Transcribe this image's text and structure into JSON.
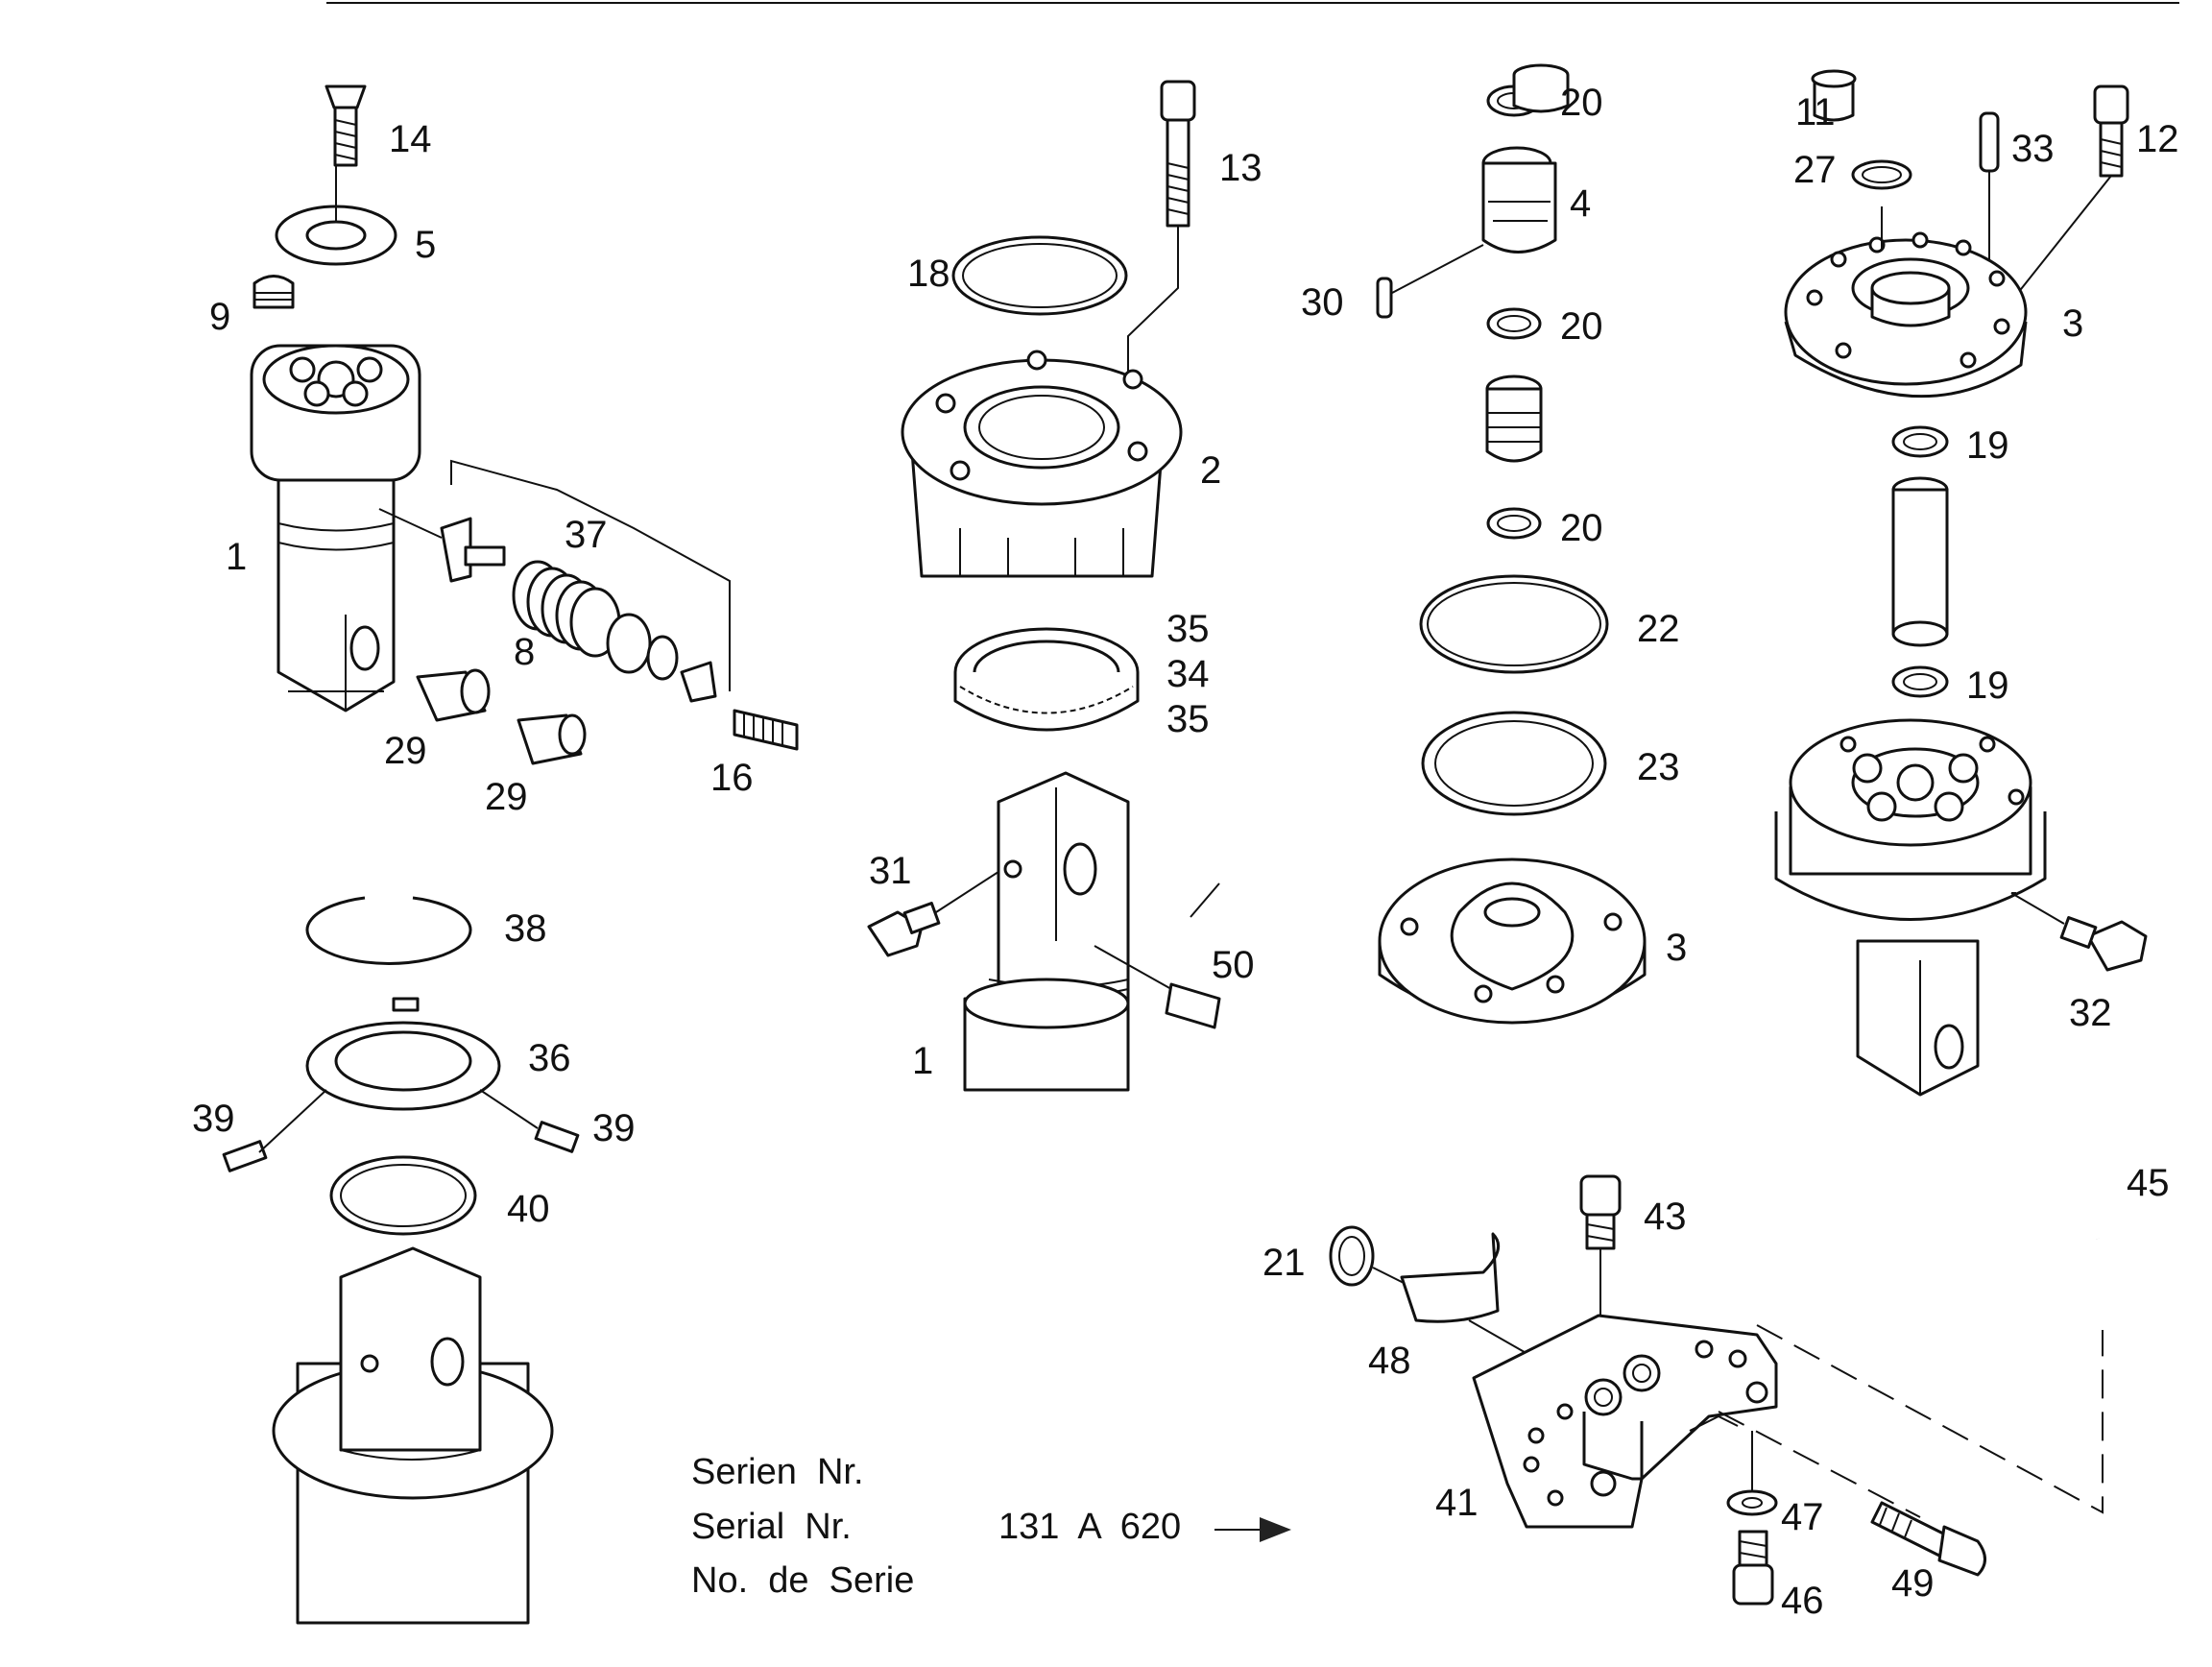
{
  "labels": {
    "l14": "14",
    "l5": "5",
    "l9": "9",
    "l1a": "1",
    "l37": "37",
    "l8": "8",
    "l29a": "29",
    "l29b": "29",
    "l16": "16",
    "l13": "13",
    "l18": "18",
    "l2": "2",
    "l35a": "35",
    "l34": "34",
    "l35b": "35",
    "l31": "31",
    "l50": "50",
    "l1b": "1",
    "l20a": "20",
    "l4": "4",
    "l30": "30",
    "l20b": "20",
    "l20c": "20",
    "l22": "22",
    "l23": "23",
    "l3a": "3",
    "l11": "11",
    "l33": "33",
    "l12": "12",
    "l27": "27",
    "l3b": "3",
    "l19a": "19",
    "l19b": "19",
    "l32": "32",
    "l38": "38",
    "l36": "36",
    "l39a": "39",
    "l39b": "39",
    "l40": "40",
    "l43": "43",
    "l45": "45",
    "l21": "21",
    "l48": "48",
    "l41": "41",
    "l47": "47",
    "l46": "46",
    "l49": "49"
  },
  "serial": {
    "line1": "Serien  Nr.",
    "line2": "Serial  Nr.",
    "line3": "No.  de  Serie",
    "number": "131  A  620"
  }
}
